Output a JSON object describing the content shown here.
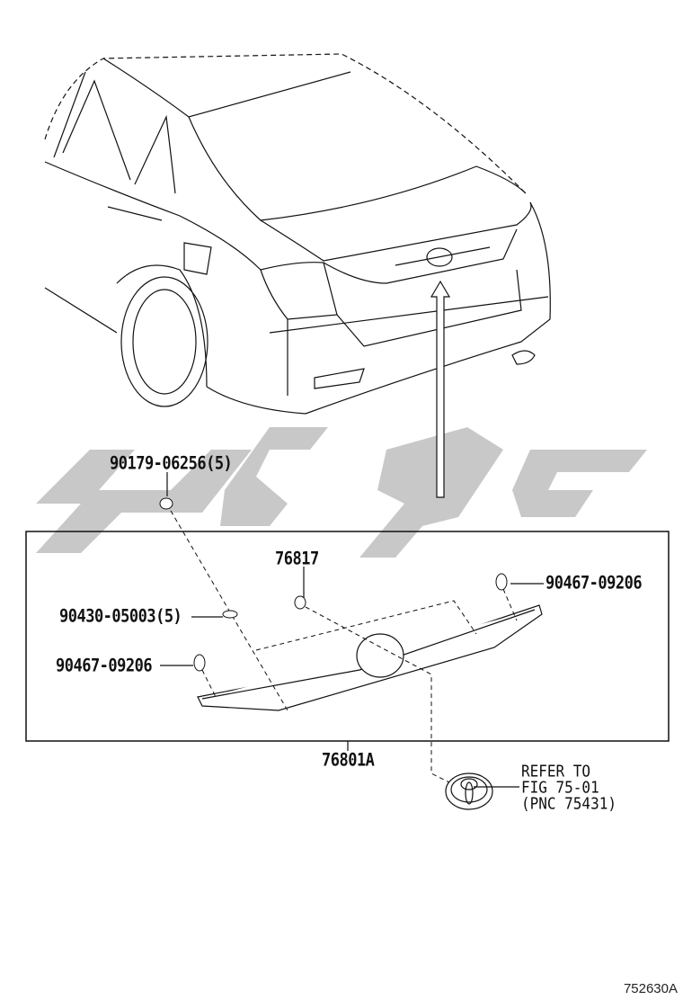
{
  "diagram": {
    "parts": [
      {
        "number": "90179-06256(5)"
      },
      {
        "number": "76817"
      },
      {
        "number": "90467-09206"
      },
      {
        "number": "90430-05003(5)"
      },
      {
        "number": "90467-09206"
      },
      {
        "number": "76801A"
      }
    ],
    "reference_note": {
      "line1": "REFER TO",
      "line2": "FIG 75-01",
      "line3": "(PNC 75431)"
    },
    "illustration_code": "752630A",
    "watermark_color": "#c8c8c8"
  }
}
